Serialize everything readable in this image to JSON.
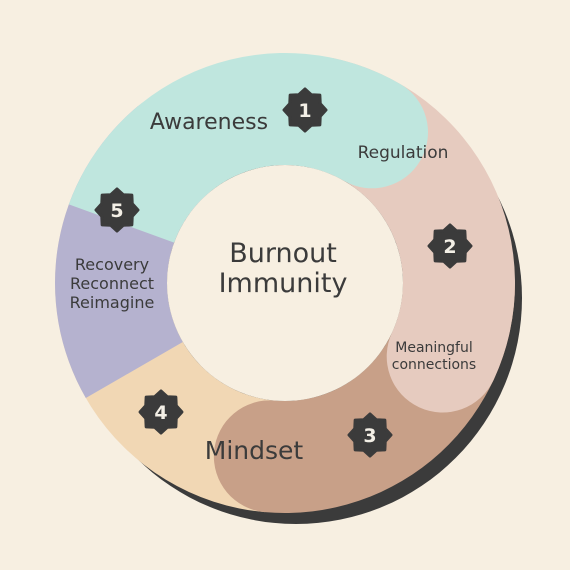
{
  "center": {
    "line1": "Burnout",
    "line2": "Immunity"
  },
  "segments": [
    {
      "number": "1",
      "lines": [
        "Awareness"
      ],
      "color": "#bfe6de"
    },
    {
      "number": "2",
      "lines": [
        "Regulation"
      ],
      "color": "#e6cbbf"
    },
    {
      "number": "3",
      "lines": [
        "Meaningful",
        "connections"
      ],
      "color": "#c8a088"
    },
    {
      "number": "4",
      "lines": [
        "Mindset"
      ],
      "color": "#f1d7b4"
    },
    {
      "number": "5",
      "lines": [
        "Recovery",
        "Reconnect",
        "Reimagine"
      ],
      "color": "#b5b2cf"
    }
  ],
  "colors": {
    "background": "#f7efe1",
    "shadow": "#3b3b3b",
    "center": "#f7efe1",
    "badge": "#3b3b3b",
    "text": "#3b3b3b"
  }
}
